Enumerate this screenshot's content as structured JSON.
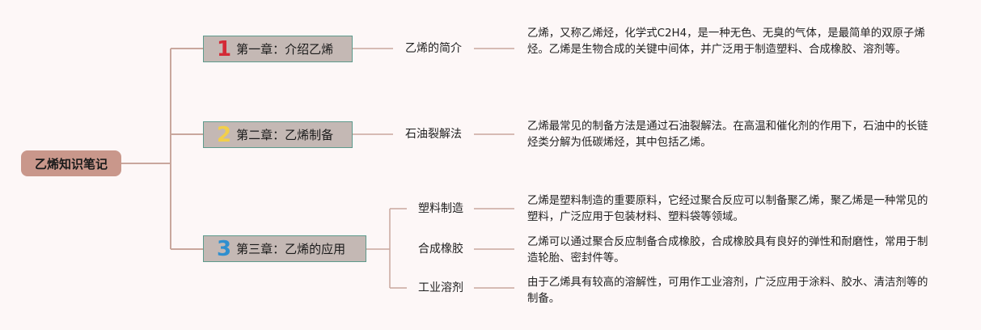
{
  "root": {
    "label": "乙烯知识笔记"
  },
  "colors": {
    "line": "#c9a79d",
    "root_fill": "#c9978b",
    "chapter_fill": "#c4b8b4",
    "chapter_border": "#5e9a8c"
  },
  "chapters": [
    {
      "number": "1",
      "number_color": "#d42a36",
      "label": "第一章：介绍乙烯",
      "topics": [
        {
          "label": "乙烯的简介",
          "desc": "乙烯，又称乙烯烃，化学式C2H4，是一种无色、无臭的气体，是最简单的双原子烯烃。乙烯是生物合成的关键中间体，并广泛用于制造塑料、合成橡胶、溶剂等。"
        }
      ]
    },
    {
      "number": "2",
      "number_color": "#f2cf4a",
      "label": "第二章：乙烯制备",
      "topics": [
        {
          "label": "石油裂解法",
          "desc": "乙烯最常见的制备方法是通过石油裂解法。在高温和催化剂的作用下，石油中的长链烃类分解为低碳烯烃，其中包括乙烯。"
        }
      ]
    },
    {
      "number": "3",
      "number_color": "#2f8fcf",
      "label": "第三章：乙烯的应用",
      "topics": [
        {
          "label": "塑料制造",
          "desc": "乙烯是塑料制造的重要原料，它经过聚合反应可以制备聚乙烯，聚乙烯是一种常见的塑料，广泛应用于包装材料、塑料袋等领域。"
        },
        {
          "label": "合成橡胶",
          "desc": "乙烯可以通过聚合反应制备合成橡胶，合成橡胶具有良好的弹性和耐磨性，常用于制造轮胎、密封件等。"
        },
        {
          "label": "工业溶剂",
          "desc": "由于乙烯具有较高的溶解性，可用作工业溶剂，广泛应用于涂料、胶水、清洁剂等的制备。"
        }
      ]
    }
  ]
}
